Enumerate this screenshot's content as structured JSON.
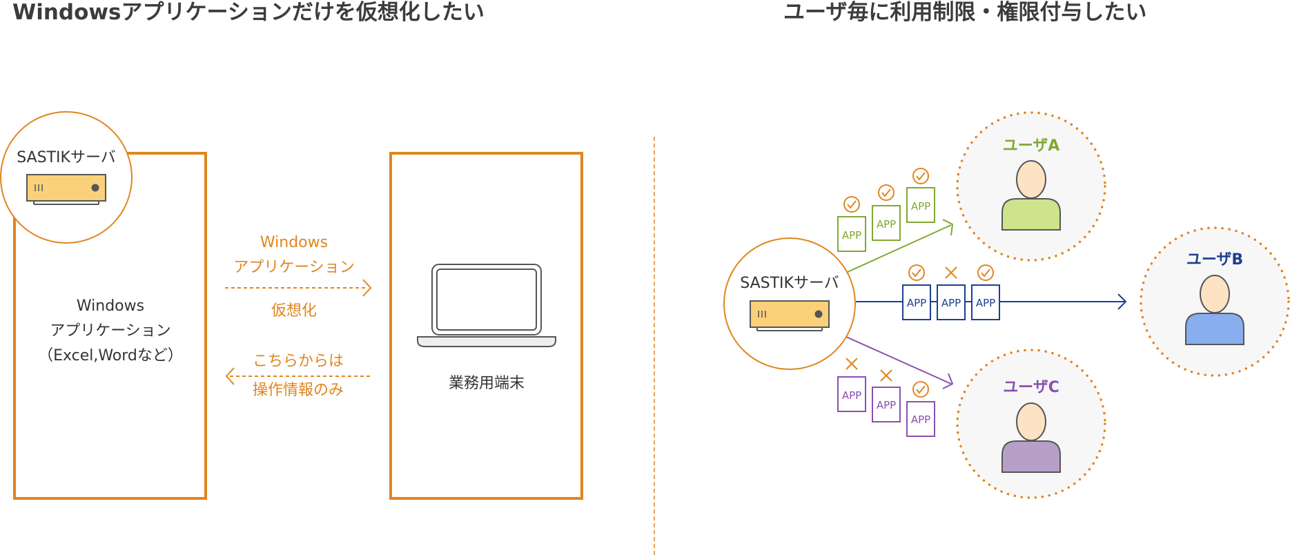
{
  "colors": {
    "orange": "#e0851f",
    "green": "#7fa832",
    "blue": "#1c3f8c",
    "purple": "#8a4fb0",
    "gray": "#555555",
    "server_fill": "#fad17a",
    "skin": "#fde3c4",
    "user_a_body": "#cde38c",
    "user_b_body": "#89aef0",
    "user_c_body": "#b7a0c8",
    "circle_bg": "#f7f7f7"
  },
  "left": {
    "title": "Windowsアプリケーションだけを仮想化したい",
    "server_label": "SASTIKサーバ",
    "app_box_lines": [
      "Windows",
      "アプリケーション",
      "（Excel,Wordなど）"
    ],
    "top_arrow_lines": [
      "Windows",
      "アプリケーション"
    ],
    "top_arrow_sub": "仮想化",
    "bottom_arrow_lines": [
      "こちらからは",
      "操作情報のみ"
    ],
    "terminal_label": "業務用端末"
  },
  "right": {
    "title": "ユーザ毎に利用制限・権限付与したい",
    "server_label": "SASTIKサーバ",
    "app_label": "APP",
    "users": [
      {
        "name": "ユーザA",
        "marks": [
          "check",
          "check",
          "check"
        ]
      },
      {
        "name": "ユーザB",
        "marks": [
          "check",
          "cross",
          "check"
        ]
      },
      {
        "name": "ユーザC",
        "marks": [
          "cross",
          "cross",
          "check"
        ]
      }
    ]
  }
}
